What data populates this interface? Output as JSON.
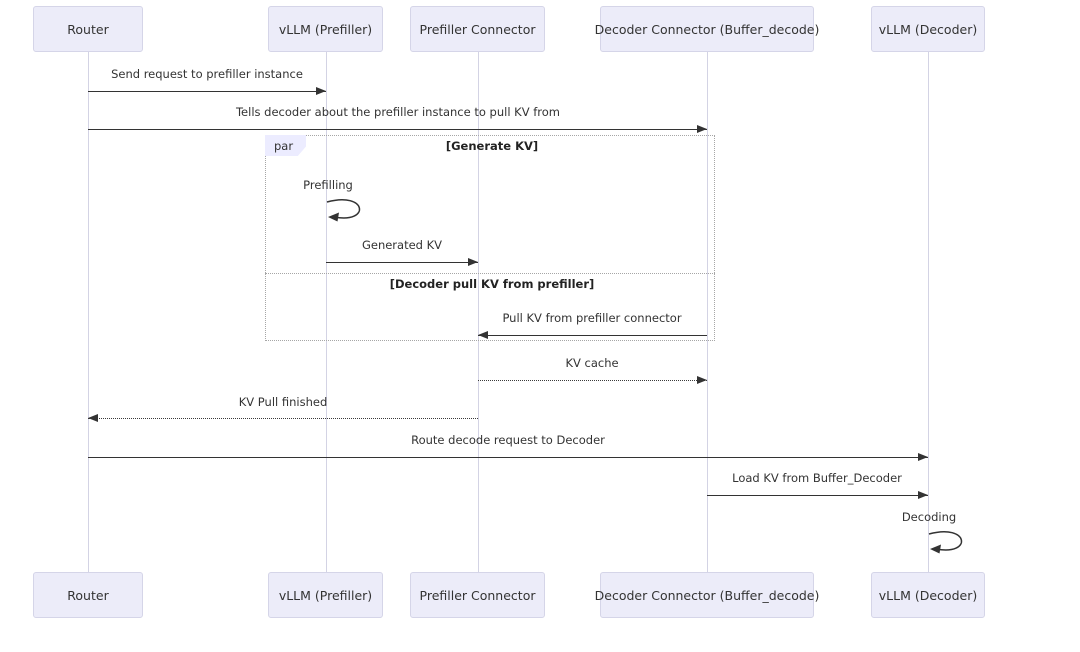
{
  "diagram": {
    "type": "sequence",
    "actors": [
      {
        "id": "router",
        "label": "Router"
      },
      {
        "id": "vllm-prefiller",
        "label": "vLLM (Prefiller)"
      },
      {
        "id": "prefiller-connector",
        "label": "Prefiller Connector"
      },
      {
        "id": "decoder-connector",
        "label": "Decoder Connector (Buffer_decode)"
      },
      {
        "id": "vllm-decoder",
        "label": "vLLM (Decoder)"
      }
    ],
    "messages": [
      {
        "from": "Router",
        "to": "vLLM (Prefiller)",
        "text": "Send request to prefiller instance",
        "line": "solid"
      },
      {
        "from": "Router",
        "to": "Decoder Connector (Buffer_decode)",
        "text": "Tells decoder about the prefiller instance to pull KV from",
        "line": "solid"
      },
      {
        "from": "vLLM (Prefiller)",
        "to": "vLLM (Prefiller)",
        "text": "Prefilling",
        "line": "self-loop"
      },
      {
        "from": "vLLM (Prefiller)",
        "to": "Prefiller Connector",
        "text": "Generated KV",
        "line": "solid"
      },
      {
        "from": "Decoder Connector (Buffer_decode)",
        "to": "Prefiller Connector",
        "text": "Pull KV from prefiller connector",
        "line": "solid"
      },
      {
        "from": "Prefiller Connector",
        "to": "Decoder Connector (Buffer_decode)",
        "text": "KV cache",
        "line": "dotted"
      },
      {
        "from": "Prefiller Connector",
        "to": "Router",
        "text": "KV Pull finished",
        "line": "dotted"
      },
      {
        "from": "Router",
        "to": "vLLM (Decoder)",
        "text": "Route decode request to Decoder",
        "line": "solid"
      },
      {
        "from": "Decoder Connector (Buffer_decode)",
        "to": "vLLM (Decoder)",
        "text": "Load KV from Buffer_Decoder",
        "line": "solid"
      },
      {
        "from": "vLLM (Decoder)",
        "to": "vLLM (Decoder)",
        "text": "Decoding",
        "line": "self-loop"
      }
    ],
    "par_block": {
      "label": "par",
      "sections": [
        "[Generate KV]",
        "[Decoder pull KV from prefiller]"
      ]
    },
    "colors": {
      "background": "#FFFFFF",
      "actor_fill": "#ECECF9",
      "actor_border": "#D5D5E8",
      "lifeline": "#D3D3E4",
      "message_line": "#333333",
      "text": "#333333",
      "par_border": "#A6A6A6",
      "par_tab_fill": "#ECECFF"
    }
  }
}
